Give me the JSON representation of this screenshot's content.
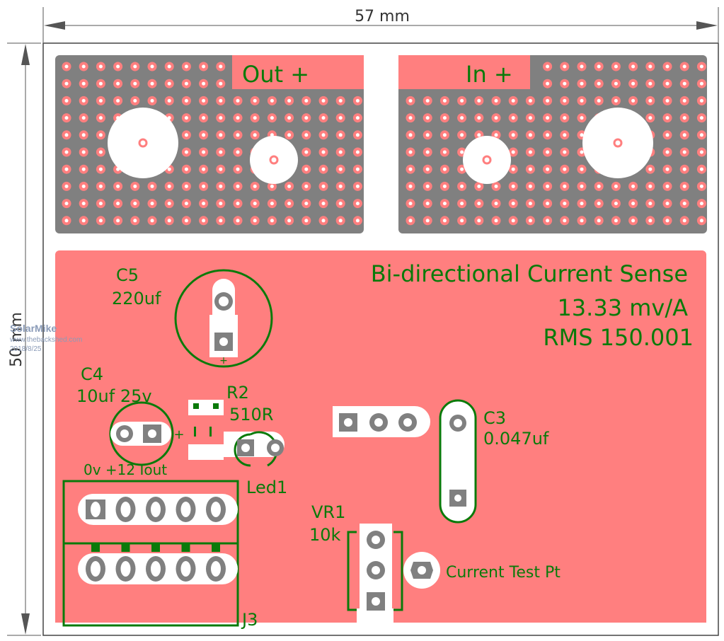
{
  "dimensions": {
    "width_label": "57 mm",
    "height_label": "50 mm"
  },
  "watermark": {
    "name": "SolarMike",
    "site": "www.thebackshed.com",
    "date": "2018/8/25"
  },
  "colors": {
    "copper_pour": "#ff7f7f",
    "gray_area": "#808080",
    "pad_white": "#ffffff",
    "silkscreen": "#0a7a0a",
    "dimension_line": "#333333"
  },
  "terminals": {
    "out_label": "Out +",
    "in_label": "In +"
  },
  "title": {
    "line1": "Bi-directional Current Sense",
    "line2": "13.33 mv/A",
    "line3": "RMS 150.001"
  },
  "components": {
    "c5": {
      "ref": "C5",
      "value": "220uf",
      "polarity": "+"
    },
    "c4": {
      "ref": "C4",
      "value": "10uf 25v",
      "polarity": "+"
    },
    "r2": {
      "ref": "R2",
      "value": "510R"
    },
    "led1": {
      "ref": "Led1"
    },
    "c3": {
      "ref": "C3",
      "value": "0.047uf"
    },
    "vr1": {
      "ref": "VR1",
      "value": "10k"
    },
    "j3": {
      "ref": "J3",
      "pin_labels": "0v +12 Iout"
    },
    "test_point": {
      "label": "Current Test Pt"
    }
  }
}
